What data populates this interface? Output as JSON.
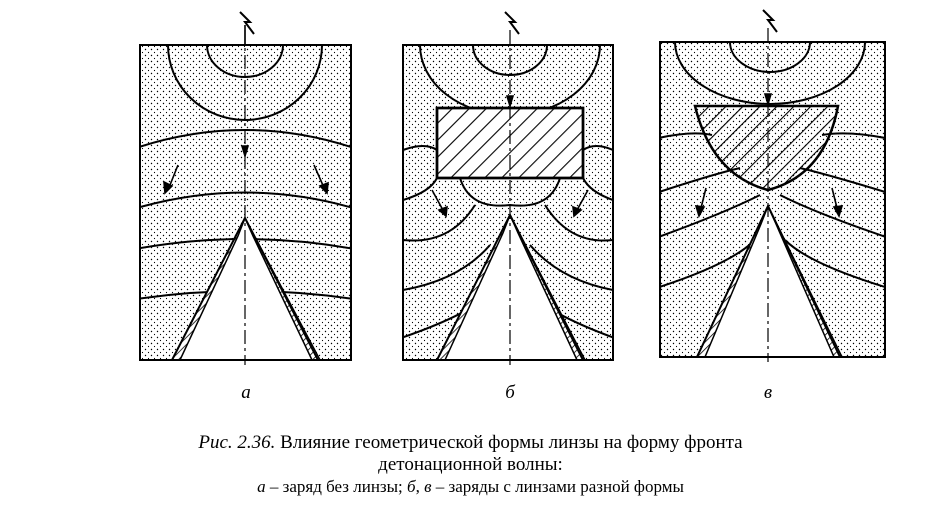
{
  "panels": [
    {
      "label": "а"
    },
    {
      "label": "б"
    },
    {
      "label": "в"
    }
  ],
  "caption": {
    "fig_num": "Рис. 2.36.",
    "title_1": "Влияние геометрической формы линзы на форму фронта",
    "title_2": "детонационной волны:",
    "sub_a": "а",
    "sub_a_text": "– заряд без линзы;",
    "sub_b": "б",
    "sub_sep": ",",
    "sub_c": "в",
    "sub_bc_text": "– заряды с линзами разной формы"
  }
}
